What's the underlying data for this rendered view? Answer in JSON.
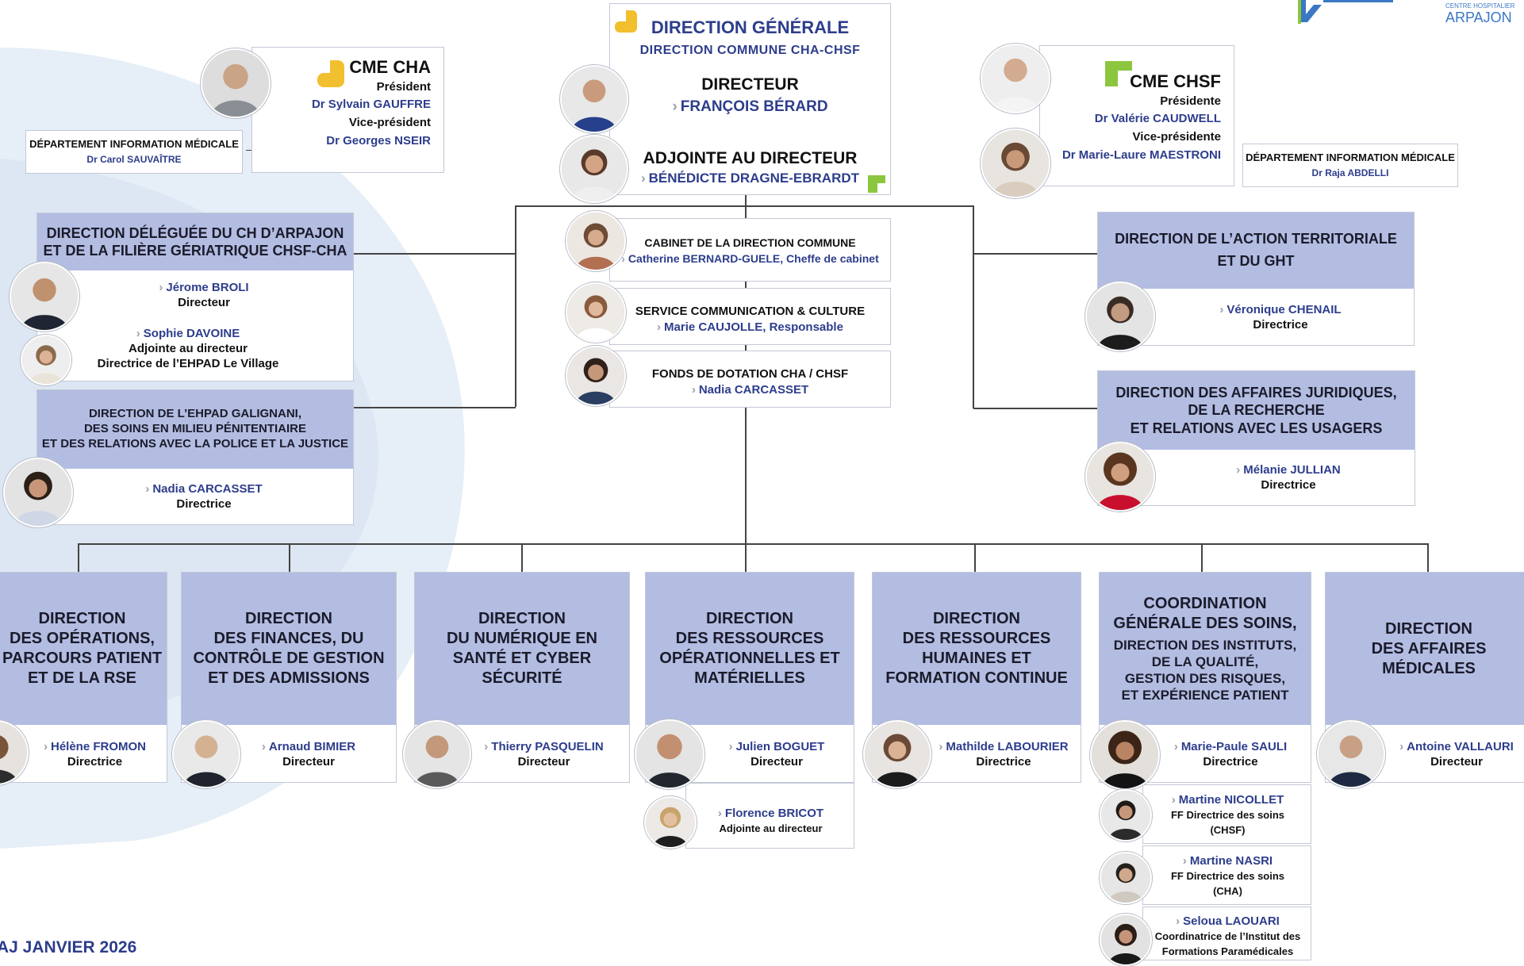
{
  "direction_generale": {
    "title": "DIRECTION GÉNÉRALE",
    "subtitle": "DIRECTION COMMUNE CHA-CHSF",
    "directeur_role": "DIRECTEUR",
    "directeur_name": "FRANÇOIS BÉRARD",
    "adjointe_role": "ADJOINTE AU DIRECTEUR",
    "adjointe_name": "BÉNÉDICTE DRAGNE-EBRARDT"
  },
  "cme_cha": {
    "title": "CME CHA",
    "president_role": "Président",
    "president_name": "Dr Sylvain GAUFFRE",
    "vice_role": "Vice-président",
    "vice_name": "Dr Georges NSEIR"
  },
  "dim_cha": {
    "title": "DÉPARTEMENT INFORMATION MÉDICALE",
    "name": "Dr Carol SAUVAÎTRE"
  },
  "cme_chsf": {
    "title": "CME CHSF",
    "president_role": "Présidente",
    "president_name": "Dr Valérie CAUDWELL",
    "vice_role": "Vice-présidente",
    "vice_name": "Dr Marie-Laure MAESTRONI"
  },
  "dim_chsf": {
    "title": "DÉPARTEMENT INFORMATION MÉDICALE",
    "name": "Dr Raja ABDELLI"
  },
  "logos": {
    "arpajon_small": "CENTRE HOSPITALIER",
    "arpajon": "ARPAJON"
  },
  "cabinet": {
    "title": "CABINET DE LA DIRECTION COMMUNE",
    "name": "Catherine BERNARD-GUELE, Cheffe de cabinet"
  },
  "communication": {
    "title": "SERVICE COMMUNICATION & CULTURE",
    "name": "Marie CAUJOLLE, Responsable"
  },
  "fonds": {
    "title": "FONDS DE DOTATION CHA / CHSF",
    "name": "Nadia CARCASSET"
  },
  "dd_arpajon": {
    "title": "DIRECTION DÉLÉGUÉE DU CH D’ARPAJON\nET DE LA FILIÈRE GÉRIATRIQUE CHSF-CHA",
    "p1_name": "Jérome BROLI",
    "p1_role": "Directeur",
    "p2_name": "Sophie DAVOINE",
    "p2_role": "Adjointe au directeur",
    "p2_role2": "Directrice de l’EHPAD Le Village"
  },
  "ehpad": {
    "title": "DIRECTION DE L’EHPAD GALIGNANI,\nDES SOINS EN MILIEU PÉNITENTIAIRE\nET DES RELATIONS AVEC LA POLICE ET LA JUSTICE",
    "name": "Nadia CARCASSET",
    "role": "Directrice"
  },
  "territoriale": {
    "title": "DIRECTION DE L’ACTION TERRITORIALE\nET DU GHT",
    "name": "Véronique CHENAIL",
    "role": "Directrice"
  },
  "juridique": {
    "title": "DIRECTION DES AFFAIRES JURIDIQUES,\nDE LA RECHERCHE\nET RELATIONS AVEC LES USAGERS",
    "name": "Mélanie JULLIAN",
    "role": "Directrice"
  },
  "bottom": [
    {
      "title": "DIRECTION\nDES OPÉRATIONS,\nPARCOURS PATIENT\nET DE LA RSE",
      "name": "Hélène FROMON",
      "role": "Directrice"
    },
    {
      "title": "DIRECTION\nDES FINANCES, DU\nCONTRÔLE DE GESTION\nET DES ADMISSIONS",
      "name": "Arnaud BIMIER",
      "role": "Directeur"
    },
    {
      "title": "DIRECTION\nDU NUMÉRIQUE EN\nSANTÉ ET CYBER\nSÉCURITÉ",
      "name": "Thierry PASQUELIN",
      "role": "Directeur"
    },
    {
      "title": "DIRECTION\nDES RESSOURCES\nOPÉRATIONNELLES ET\nMATÉRIELLES",
      "name": "Julien BOGUET",
      "role": "Directeur",
      "name2": "Florence BRICOT",
      "role2": "Adjointe au directeur"
    },
    {
      "title": "DIRECTION\nDES RESSOURCES\nHUMAINES ET\nFORMATION CONTINUE",
      "name": "Mathilde LABOURIER",
      "role": "Directrice"
    },
    {
      "title_a": "COORDINATION\nGÉNÉRALE DES SOINS,",
      "title_b": "DIRECTION DES INSTITUTS,\nDE LA QUALITÉ,\nGESTION DES RISQUES,\nET EXPÉRIENCE PATIENT",
      "name": "Marie-Paule SAULI",
      "role": "Directrice"
    },
    {
      "title": "DIRECTION\nDES AFFAIRES\nMÉDICALES",
      "name": "Antoine VALLAURI",
      "role": "Directeur"
    }
  ],
  "soins_subs": [
    {
      "name": "Martine NICOLLET",
      "role": "FF Directrice des soins\n(CHSF)"
    },
    {
      "name": "Martine NASRI",
      "role": "FF Directrice des soins\n(CHA)"
    },
    {
      "name": "Seloua LAOUARI",
      "role": "Coordinatrice de l’Institut des\nFormations Paramédicales"
    }
  ],
  "footer": {
    "date": "AJ JANVIER 2026"
  },
  "colors": {
    "header_bg": "#b3bde2",
    "name_blue": "#2d3d8c",
    "accent_yellow": "#f2bf2e",
    "accent_green": "#8cc63f"
  }
}
